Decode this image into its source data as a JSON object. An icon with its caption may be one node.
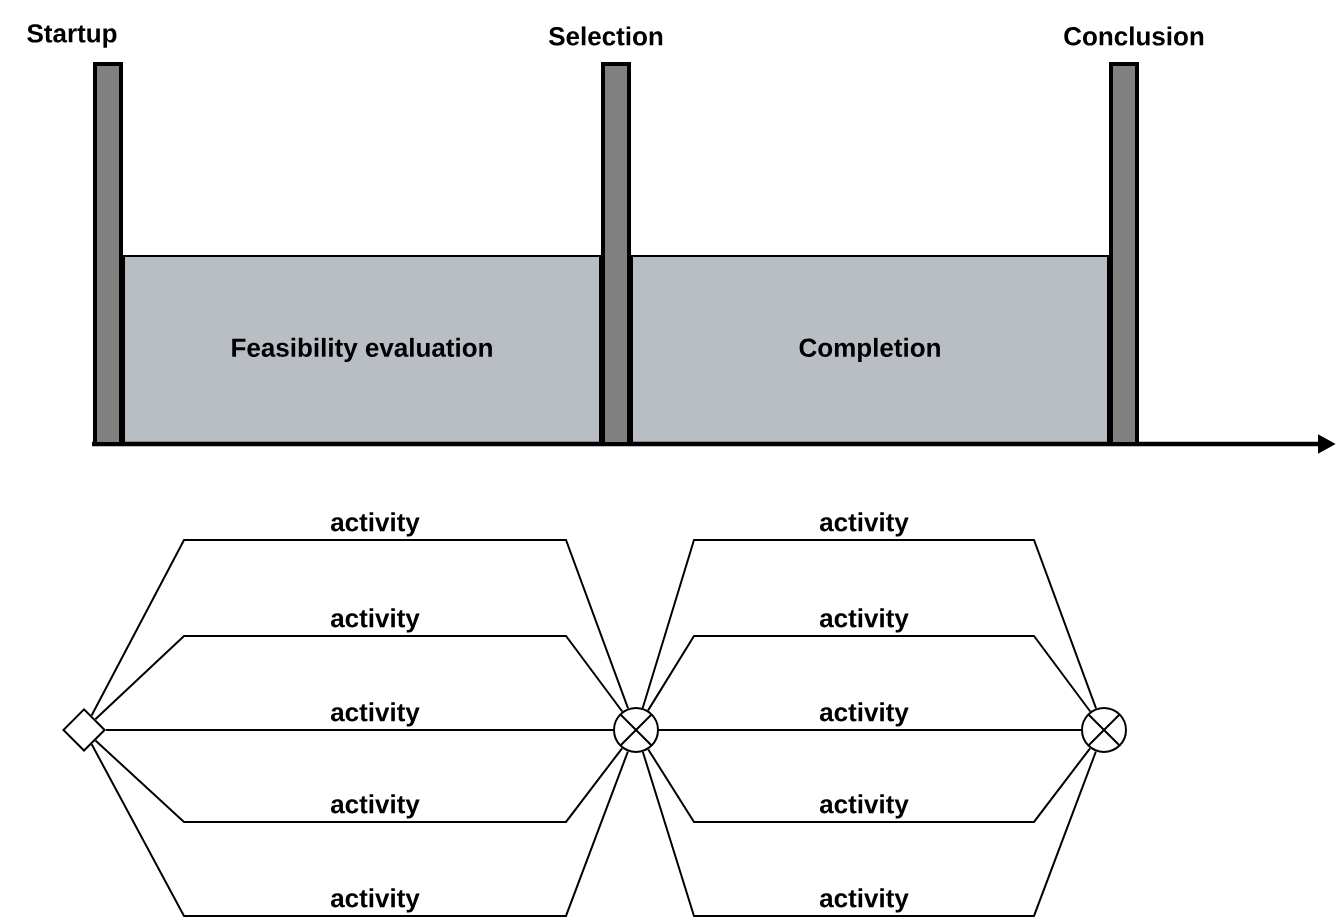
{
  "diagram": {
    "nodes": [
      {
        "text": [
          "Startup"
        ]
      },
      {
        "text": [
          "Selection"
        ]
      },
      {
        "text": [
          "Conclusion"
        ]
      },
      {
        "text": [
          "Feasibility evaluation"
        ]
      },
      {
        "text": [
          "Completion"
        ]
      },
      {
        "text": [],
        "shape": "diamond"
      },
      {
        "text": [],
        "shape": "circle"
      },
      {
        "text": [],
        "shape": "circle"
      }
    ],
    "edges": [
      {
        "from": 5,
        "to": 6,
        "arrow": "none",
        "label": "activity"
      },
      {
        "from": 5,
        "to": 6,
        "arrow": "none",
        "label": "activity"
      },
      {
        "from": 5,
        "to": 6,
        "arrow": "none",
        "label": "activity"
      },
      {
        "from": 5,
        "to": 6,
        "arrow": "none",
        "label": "activity"
      },
      {
        "from": 5,
        "to": 6,
        "arrow": "none",
        "label": "activity"
      },
      {
        "from": 6,
        "to": 7,
        "arrow": "none",
        "label": "activity"
      },
      {
        "from": 6,
        "to": 7,
        "arrow": "none",
        "label": "activity"
      },
      {
        "from": 6,
        "to": 7,
        "arrow": "none",
        "label": "activity"
      },
      {
        "from": 6,
        "to": 7,
        "arrow": "none",
        "label": "activity"
      },
      {
        "from": 6,
        "to": 7,
        "arrow": "none",
        "label": "activity"
      }
    ]
  }
}
